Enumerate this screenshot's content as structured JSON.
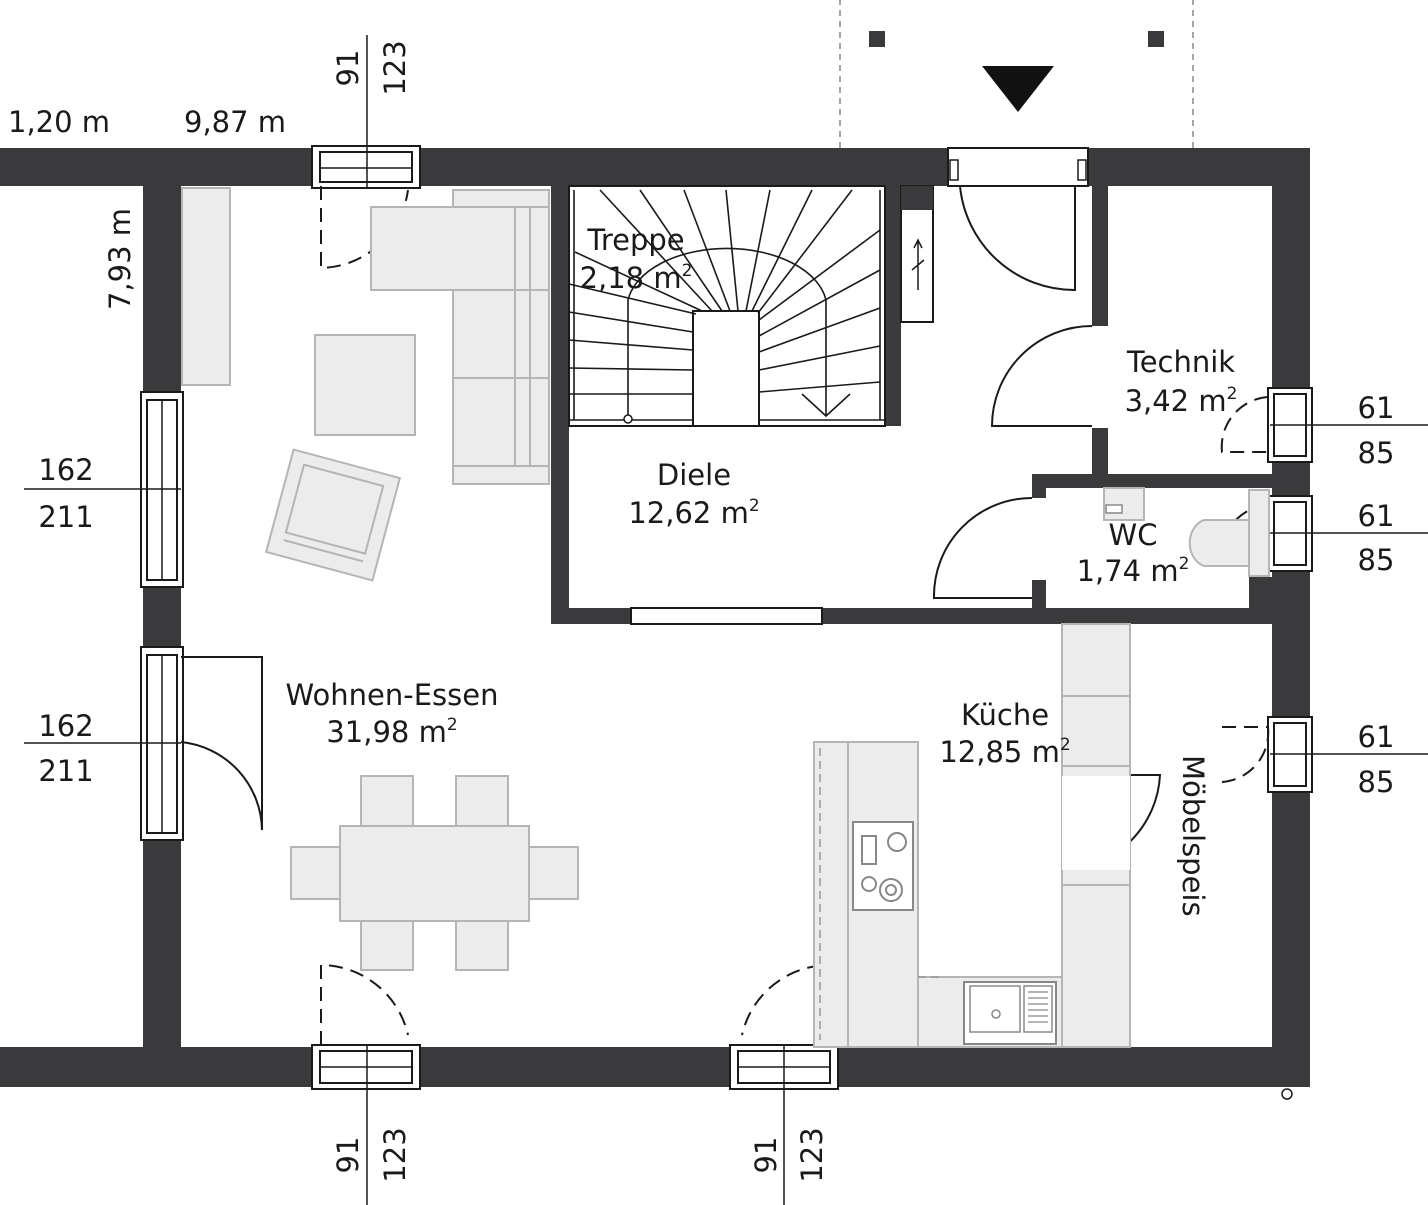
{
  "dimensions": {
    "wall_thickness": "1,20 m",
    "width": "9,87 m",
    "depth": "7,93 m"
  },
  "openings": [
    {
      "id": "top-window",
      "a": "91",
      "b": "123"
    },
    {
      "id": "left-window-upper",
      "a": "162",
      "b": "211"
    },
    {
      "id": "left-window-lower",
      "a": "162",
      "b": "211"
    },
    {
      "id": "right-window-technik",
      "a": "61",
      "b": "85"
    },
    {
      "id": "right-window-wc",
      "a": "61",
      "b": "85"
    },
    {
      "id": "right-window-kueche",
      "a": "61",
      "b": "85"
    },
    {
      "id": "bottom-window-left",
      "a": "91",
      "b": "123"
    },
    {
      "id": "bottom-window-right",
      "a": "91",
      "b": "123"
    }
  ],
  "rooms": {
    "wohnen": {
      "name": "Wohnen-Essen",
      "area": "31,98 m",
      "unit_sup": "2"
    },
    "treppe": {
      "name": "Treppe",
      "area": "2,18 m",
      "unit_sup": "2"
    },
    "diele": {
      "name": "Diele",
      "area": "12,62 m",
      "unit_sup": "2"
    },
    "technik": {
      "name": "Technik",
      "area": "3,42 m",
      "unit_sup": "2"
    },
    "wc": {
      "name": "WC",
      "area": "1,74 m",
      "unit_sup": "2"
    },
    "kueche": {
      "name": "Küche",
      "area": "12,85 m",
      "unit_sup": "2"
    },
    "moebelspeis": {
      "name": "Möbelspeis"
    }
  },
  "colors": {
    "wall": "#3a3a3c",
    "furniture_fill": "#ececec",
    "furniture_stroke": "#b5b5b5"
  }
}
